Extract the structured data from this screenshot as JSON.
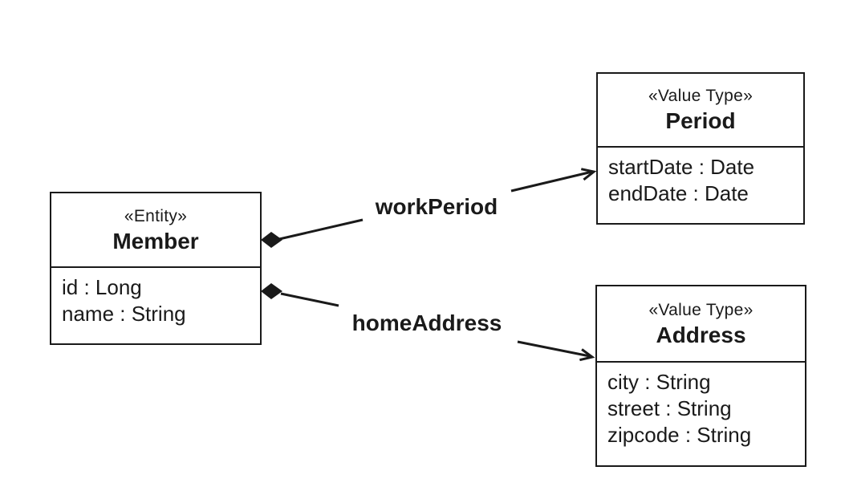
{
  "diagram": {
    "type": "uml-class-diagram",
    "colors": {
      "line": "#1a1a1a",
      "background": "#ffffff"
    },
    "classes": [
      {
        "id": "member",
        "stereotype": "«Entity»",
        "name": "Member",
        "attributes": [
          "id : Long",
          "name : String"
        ]
      },
      {
        "id": "period",
        "stereotype": "«Value Type»",
        "name": "Period",
        "attributes": [
          "startDate : Date",
          "endDate : Date"
        ]
      },
      {
        "id": "address",
        "stereotype": "«Value Type»",
        "name": "Address",
        "attributes": [
          "city : String",
          "street : String",
          "zipcode : String"
        ]
      }
    ],
    "relations": [
      {
        "label": "workPeriod",
        "from": "Member",
        "to": "Period",
        "kind": "composition-arrow"
      },
      {
        "label": "homeAddress",
        "from": "Member",
        "to": "Address",
        "kind": "composition-arrow"
      }
    ]
  }
}
